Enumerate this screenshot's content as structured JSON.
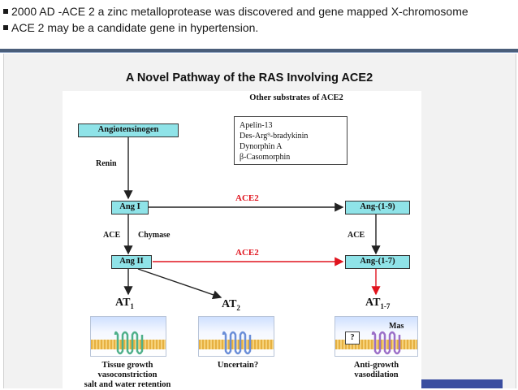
{
  "bullets": [
    "2000 AD -ACE 2 a zinc metalloprotease was discovered  and gene  mapped  X-chromosome",
    "ACE 2 may be a candidate gene in hypertension."
  ],
  "diagram": {
    "title": "A Novel Pathway of the RAS Involving ACE2",
    "boxes": {
      "angiotensinogen": "Angiotensinogen",
      "ang1": "Ang I",
      "ang2": "Ang II",
      "ang19": "Ang-(1-9)",
      "ang17": "Ang-(1-7)"
    },
    "labels": {
      "renin": "Renin",
      "ace_left": "ACE",
      "chymase": "Chymase",
      "ace_right": "ACE",
      "ace2_top": "ACE2",
      "ace2_bottom": "ACE2"
    },
    "other_substrates": {
      "title": "Other substrates of ACE2",
      "items": [
        "Apelin-13",
        "Des-Arg⁹-bradykinin",
        "Dynorphin A",
        "β-Casomorphin"
      ]
    },
    "receptors": {
      "at1": "AT",
      "at1_sub": "1",
      "at2": "AT",
      "at2_sub": "2",
      "at17": "AT",
      "at17_sub": "1-7",
      "mas": "Mas",
      "unknown": "?"
    },
    "outcomes": {
      "left_line1": "Tissue growth",
      "left_line2": "vasoconstriction",
      "left_line3": "salt and water retention",
      "middle": "Uncertain?",
      "right_line1": "Anti-growth",
      "right_line2": "vasodilation"
    },
    "colors": {
      "box_fill": "#8fe3e8",
      "ace2_red": "#e0141e",
      "receptor_green": "#4fb08a",
      "receptor_blue": "#6a8ed8",
      "receptor_purple": "#9b6fc8"
    }
  }
}
